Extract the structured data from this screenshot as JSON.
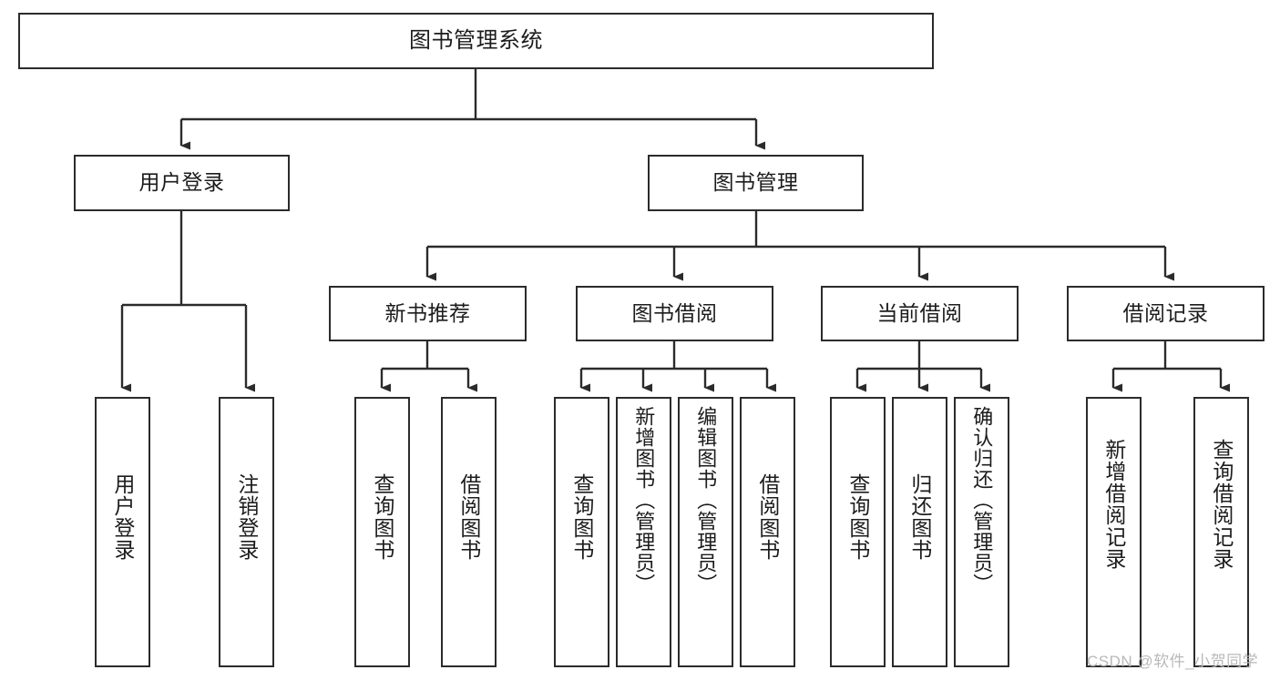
{
  "diagram": {
    "title": "图书管理系统",
    "type": "hierarchy-tree",
    "watermark": "CSDN @软件_小贺同学",
    "colors": {
      "stroke": "#2b2b2b",
      "fill": "#ffffff",
      "text": "#1c1c1c",
      "watermark": "#b9b9b9"
    },
    "levels": {
      "root": {
        "label": "图书管理系统"
      },
      "level2": [
        {
          "id": "user-login",
          "label": "用户登录"
        },
        {
          "id": "book-manage",
          "label": "图书管理"
        }
      ],
      "level3": [
        {
          "id": "new-book-rec",
          "label": "新书推荐"
        },
        {
          "id": "book-borrow",
          "label": "图书借阅"
        },
        {
          "id": "current-borrow",
          "label": "当前借阅"
        },
        {
          "id": "borrow-record",
          "label": "借阅记录"
        }
      ],
      "leaves": {
        "user_login": [
          {
            "id": "leaf-user-login",
            "label": "用户登录"
          },
          {
            "id": "leaf-logout",
            "label": "注销登录"
          }
        ],
        "new_book_rec": [
          {
            "id": "leaf-query-book-1",
            "label": "查询图书"
          },
          {
            "id": "leaf-borrow-book-1",
            "label": "借阅图书"
          }
        ],
        "book_borrow": [
          {
            "id": "leaf-query-book-2",
            "label": "查询图书"
          },
          {
            "id": "leaf-add-book",
            "label": "新增图书（管理员）"
          },
          {
            "id": "leaf-edit-book",
            "label": "编辑图书（管理员）"
          },
          {
            "id": "leaf-borrow-book-2",
            "label": "借阅图书"
          }
        ],
        "current_borrow": [
          {
            "id": "leaf-query-book-3",
            "label": "查询图书"
          },
          {
            "id": "leaf-return-book",
            "label": "归还图书"
          },
          {
            "id": "leaf-confirm-return",
            "label": "确认归还（管理员）"
          }
        ],
        "borrow_record": [
          {
            "id": "leaf-add-record",
            "label": "新增借阅记录"
          },
          {
            "id": "leaf-query-record",
            "label": "查询借阅记录"
          }
        ]
      }
    }
  }
}
